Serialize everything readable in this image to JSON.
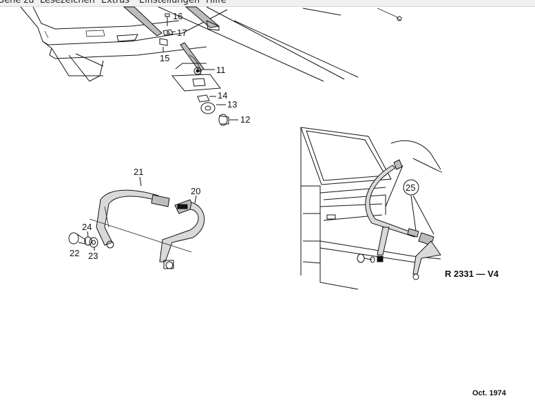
{
  "menu": {
    "items": [
      {
        "label": "Gehe zu"
      },
      {
        "label": "Lesezeichen"
      },
      {
        "label": "Extras"
      },
      {
        "label": "Einstellungen"
      },
      {
        "label": "Hilfe"
      }
    ]
  },
  "diagram": {
    "callouts": {
      "c11": "11",
      "c12": "12",
      "c13": "13",
      "c14": "14",
      "c15": "15",
      "c16": "16",
      "c17": "17",
      "c20": "20",
      "c21": "21",
      "c22": "22",
      "c23": "23",
      "c24": "24",
      "c25": "25"
    },
    "drawing_code": "R 2331 — V4",
    "date": "Oct. 1974"
  }
}
